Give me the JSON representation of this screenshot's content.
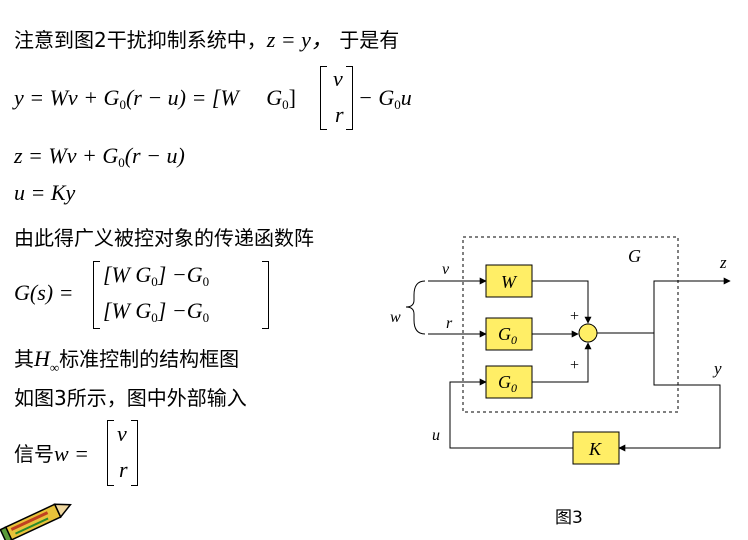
{
  "text": {
    "line1": "注意到图2干扰抑制系统中，",
    "line1_math": "z = y，",
    "line1_tail": " 于是有",
    "line2_lhs": "y = Wv + G",
    "line2_sub": "0",
    "line2_mid": "(r − u) = [W",
    "line2_G0": "G",
    "line2_G0sub": "0",
    "line2_rbr": "]",
    "line2_v": "v",
    "line2_r": "r",
    "line2_tail": "− G",
    "line2_tail_sub": "0",
    "line2_tail_u": "u",
    "line3": "z = Wv + G",
    "line3_sub": "0",
    "line3_tail": "(r − u)",
    "line4": "u = Ky",
    "line5": "由此得广义被控对象的传递函数阵",
    "gs_lhs": "G(s) =",
    "gs_r1": "[W   G",
    "gs_r1_sub": "0",
    "gs_r1_tail": "]   −G",
    "gs_r1_tail_sub": "0",
    "gs_r2": "[W   G",
    "gs_r2_sub": "0",
    "gs_r2_tail": "]   −G",
    "gs_r2_tail_sub": "0",
    "line6_pre": "其",
    "line6_H": "H",
    "line6_inf": "∞",
    "line6_tail": "标准控制的结构框图",
    "line7": "如图3所示，图中外部输入",
    "line8_pre": "信号",
    "line8_w": "w =",
    "line8_v": "v",
    "line8_r": "r",
    "caption": "图3"
  },
  "diagram": {
    "G_label": "G",
    "W_label": "W",
    "G0_label": "G",
    "G0_sub": "0",
    "K_label": "K",
    "v": "v",
    "r": "r",
    "w": "w",
    "u": "u",
    "z": "z",
    "y": "y",
    "plus": "+",
    "colors": {
      "block_fill": "#ffee66",
      "block_stroke": "#000000"
    }
  }
}
